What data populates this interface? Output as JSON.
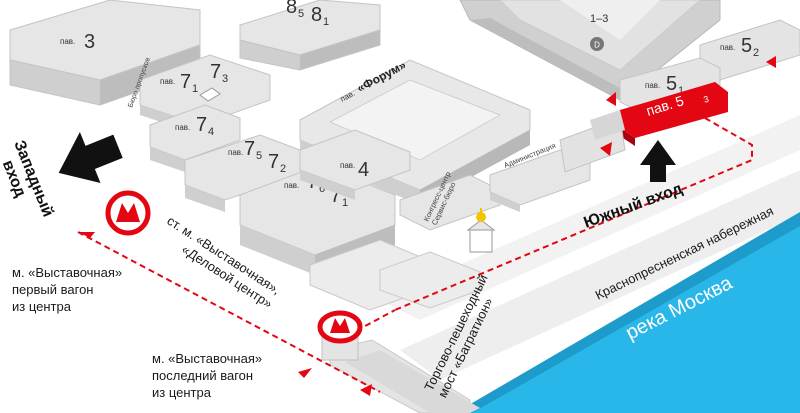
{
  "colors": {
    "red": "#e30613",
    "river": "#29b6e8",
    "building_top": "#e6e6e6",
    "building_side": "#c9c9c9",
    "building_dark": "#b5b5b5",
    "ground": "#f0f0f0"
  },
  "pavilions": {
    "p3_prefix": "пав.",
    "p3_num": "3",
    "p8_a": "8",
    "p8_a_sub": "5",
    "p8_b": "8",
    "p8_b_sub": "1",
    "p13": "1–3",
    "p13_door": "D",
    "p7a_prefix": "пав.",
    "p7a_a": "7",
    "p7a_a_sub": "1",
    "p7a_b": "7",
    "p7a_b_sub": "3",
    "p74_prefix": "пав.",
    "p74": "7",
    "p74_sub": "4",
    "p75_prefix": "пав.",
    "p75_a": "7",
    "p75_a_sub": "5",
    "p75_b": "7",
    "p75_b_sub": "2",
    "p76_prefix": "пав.",
    "p76_a": "7",
    "p76_a_sub": "6",
    "p76_b": "7",
    "p76_b_sub": "1",
    "p4_prefix": "пав.",
    "p4": "4",
    "forum_prefix": "пав.",
    "forum": "«Форум»",
    "p51_prefix": "пав.",
    "p51": "5",
    "p51_sub": "1",
    "p52_prefix": "пав.",
    "p52": "5",
    "p52_sub": "2",
    "p53_label": "пав. 5",
    "p53_sub": "3",
    "bureau": "Бюро пропусков",
    "administration": "Администрация",
    "congress_line1": "Конгресс-центр",
    "congress_line2": "Сервис-бюро"
  },
  "entrances": {
    "west_line1": "Западный",
    "west_line2": "вход",
    "south": "Южный вход"
  },
  "metro": {
    "station_line1": "ст. м. «Выставочная»,",
    "station_line2": "«Деловой центр»",
    "first_line1": "м. «Выставочная»",
    "first_line2": "первый вагон",
    "first_line3": "из центра",
    "last_line1": "м. «Выставочная»",
    "last_line2": "последний вагон",
    "last_line3": "из центра"
  },
  "places": {
    "embankment": "Краснопресненская набережная",
    "river": "река Москва",
    "bridge_line1": "Торгово-пешеходный",
    "bridge_line2": "мост «Багратион»"
  }
}
